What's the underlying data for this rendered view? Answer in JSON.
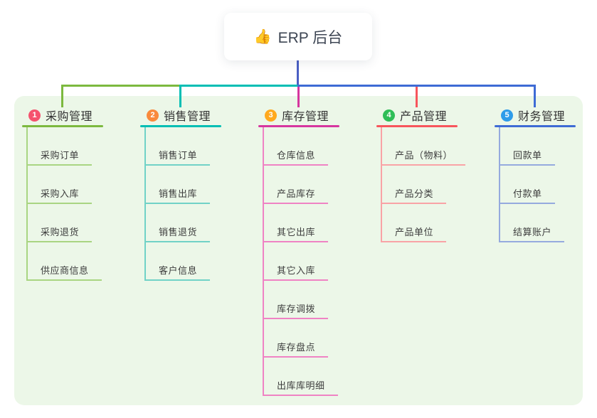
{
  "root": {
    "icon": "👍",
    "title": "ERP 后台"
  },
  "connector": {
    "root_line_color": "#4a5fc4",
    "bus_segments": [
      "#7cb93f",
      "#00beb4",
      "#3e6bd5"
    ]
  },
  "canvas": {
    "background": "#ffffff",
    "panel_color": "#ecf7e8"
  },
  "branches": [
    {
      "number": "1",
      "label": "采购管理",
      "badge_color": "#f5526e",
      "line_color": "#7cb93f",
      "child_line_color": "#a9d582",
      "children": [
        "采购订单",
        "采购入库",
        "采购退货",
        "供应商信息"
      ]
    },
    {
      "number": "2",
      "label": "销售管理",
      "badge_color": "#f98a3c",
      "line_color": "#00beb4",
      "child_line_color": "#71d2c7",
      "children": [
        "销售订单",
        "销售出库",
        "销售退货",
        "客户信息"
      ]
    },
    {
      "number": "3",
      "label": "库存管理",
      "badge_color": "#ffa91e",
      "line_color": "#d6369f",
      "child_line_color": "#ef83c4",
      "children": [
        "仓库信息",
        "产品库存",
        "其它出库",
        "其它入库",
        "库存调拨",
        "库存盘点",
        "出库库明细"
      ]
    },
    {
      "number": "4",
      "label": "产品管理",
      "badge_color": "#2fbe57",
      "line_color": "#f7555c",
      "child_line_color": "#f9a3a6",
      "children": [
        "产品（物料）",
        "产品分类",
        "产品单位"
      ]
    },
    {
      "number": "5",
      "label": "财务管理",
      "badge_color": "#2f9ce9",
      "line_color": "#3e6bd5",
      "child_line_color": "#95aade",
      "children": [
        "回款单",
        "付款单",
        "结算账户"
      ]
    }
  ]
}
